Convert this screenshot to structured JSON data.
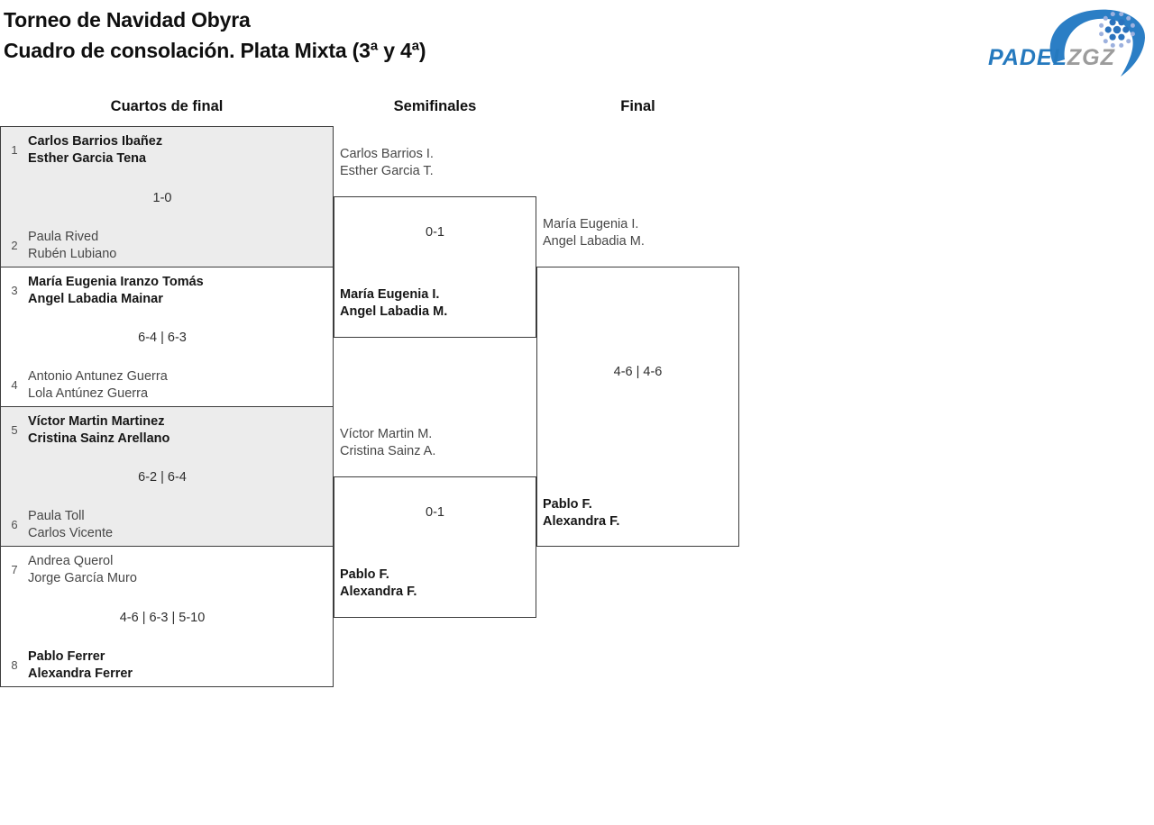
{
  "theme": {
    "brand_blue": "#2579be",
    "brand_gray": "#9c9c9c",
    "line": "#3c3c3c",
    "shade": "#ececec",
    "text_dark": "#161616",
    "text_muted": "#474747"
  },
  "page": {
    "title_line1": "Torneo de Navidad Obyra",
    "title_line2": "Cuadro de consolación. Plata Mixta (3ª y 4ª)"
  },
  "logo": {
    "word_primary": "PADEL",
    "word_secondary": "ZGZ"
  },
  "columns": {
    "quarterfinals": "Cuartos de final",
    "semifinals": "Semifinales",
    "final": "Final"
  },
  "quarterfinals": [
    {
      "seed_top": "1",
      "team_top_line1": "Carlos Barrios Ibañez",
      "team_top_line2": "Esther Garcia Tena",
      "team_top_winner": true,
      "score": "1-0",
      "seed_bottom": "2",
      "team_bottom_line1": "Paula Rived",
      "team_bottom_line2": "Rubén Lubiano",
      "team_bottom_winner": false
    },
    {
      "seed_top": "3",
      "team_top_line1": "María Eugenia Iranzo Tomás",
      "team_top_line2": "Angel Labadia Mainar",
      "team_top_winner": true,
      "score": "6-4 | 6-3",
      "seed_bottom": "4",
      "team_bottom_line1": "Antonio Antunez Guerra",
      "team_bottom_line2": "Lola Antúnez Guerra",
      "team_bottom_winner": false
    },
    {
      "seed_top": "5",
      "team_top_line1": "Víctor Martin Martinez",
      "team_top_line2": "Cristina Sainz Arellano",
      "team_top_winner": true,
      "score": "6-2 | 6-4",
      "seed_bottom": "6",
      "team_bottom_line1": "Paula Toll",
      "team_bottom_line2": "Carlos Vicente",
      "team_bottom_winner": false
    },
    {
      "seed_top": "7",
      "team_top_line1": "Andrea Querol",
      "team_top_line2": "Jorge García Muro",
      "team_top_winner": false,
      "score": "4-6 | 6-3 | 5-10",
      "seed_bottom": "8",
      "team_bottom_line1": "Pablo Ferrer",
      "team_bottom_line2": "Alexandra Ferrer",
      "team_bottom_winner": true
    }
  ],
  "semifinals": [
    {
      "team_top_line1": "Carlos Barrios I.",
      "team_top_line2": "Esther Garcia T.",
      "team_top_winner": false,
      "score": "0-1",
      "team_bottom_line1": "María Eugenia I.",
      "team_bottom_line2": "Angel Labadia M.",
      "team_bottom_winner": true
    },
    {
      "team_top_line1": "Víctor Martin M.",
      "team_top_line2": "Cristina Sainz A.",
      "team_top_winner": false,
      "score": "0-1",
      "team_bottom_line1": "Pablo F.",
      "team_bottom_line2": "Alexandra F.",
      "team_bottom_winner": true
    }
  ],
  "final": {
    "team_top_line1": "María Eugenia I.",
    "team_top_line2": "Angel Labadia M.",
    "team_top_winner": false,
    "score": "4-6 | 4-6",
    "team_bottom_line1": "Pablo F.",
    "team_bottom_line2": "Alexandra F.",
    "team_bottom_winner": true
  }
}
